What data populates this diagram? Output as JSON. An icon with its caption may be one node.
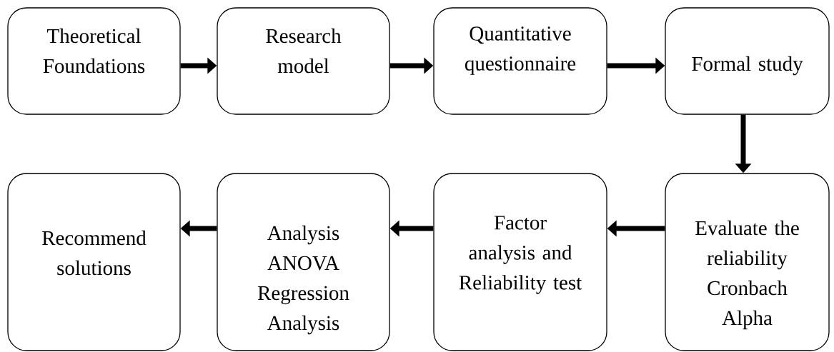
{
  "diagram": {
    "nodes": [
      {
        "text": [
          "Theoretical Foundations"
        ]
      },
      {
        "text": [
          "Research model"
        ]
      },
      {
        "text": [
          "Quantitative questionnaire"
        ]
      },
      {
        "text": [
          "Formal study"
        ]
      },
      {
        "text": [
          "Recommend solutions"
        ]
      },
      {
        "text": [
          "Analysis ANOVA Regression Analysis"
        ]
      },
      {
        "text": [
          "Factor analysis and Reliability test"
        ]
      },
      {
        "text": [
          "Evaluate the reliability Cronbach Alpha"
        ]
      }
    ],
    "edges": [
      {
        "from": 0,
        "to": 1,
        "arrow": "to"
      },
      {
        "from": 1,
        "to": 2,
        "arrow": "to"
      },
      {
        "from": 2,
        "to": 3,
        "arrow": "to"
      },
      {
        "from": 3,
        "to": 7,
        "arrow": "to"
      },
      {
        "from": 7,
        "to": 6,
        "arrow": "to"
      },
      {
        "from": 6,
        "to": 5,
        "arrow": "to"
      },
      {
        "from": 5,
        "to": 4,
        "arrow": "to"
      }
    ]
  }
}
